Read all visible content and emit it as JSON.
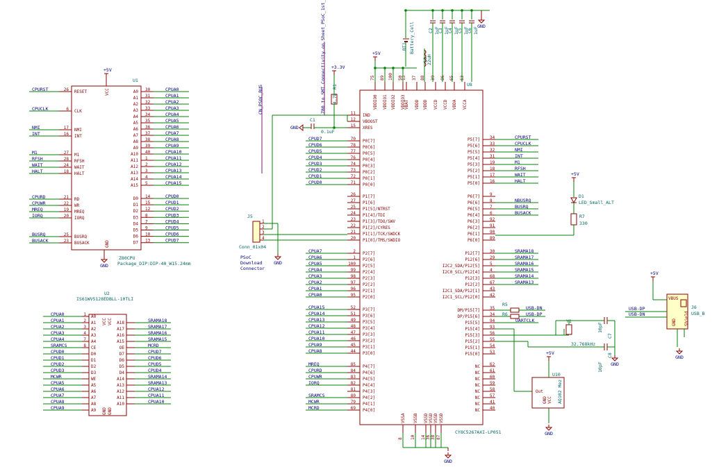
{
  "colors": {
    "wire": "#008000",
    "pin": "#8b0000",
    "net": "#000080",
    "ref": "#006666",
    "body": "#ffffc8"
  },
  "z80": {
    "ref": "U1",
    "value": "Z80CPU",
    "footprint": "Package_DIP:DIP-40_W15.24mm",
    "pwr": "+5V",
    "vcc": "VCC",
    "gnd": "GND",
    "left": [
      {
        "name": "RESET",
        "num": "26",
        "net": "CPURST"
      },
      {
        "name": "CLK",
        "num": "6",
        "net": "CPUCLK"
      },
      {
        "name": "NMI",
        "num": "17",
        "net": "NMI"
      },
      {
        "name": "INT",
        "num": "16",
        "net": "INT"
      },
      {
        "name": "M1",
        "num": "27",
        "net": "M1"
      },
      {
        "name": "RFSH",
        "num": "28",
        "net": "RFSH"
      },
      {
        "name": "WAIT",
        "num": "24",
        "net": "WAIT"
      },
      {
        "name": "HALT",
        "num": "18",
        "net": "HALT"
      },
      {
        "name": "RD",
        "num": "21",
        "net": "CPURD"
      },
      {
        "name": "WR",
        "num": "22",
        "net": "CPUWR"
      },
      {
        "name": "MREQ",
        "num": "19",
        "net": "MREQ"
      },
      {
        "name": "IORQ",
        "num": "20",
        "net": "IORQ"
      },
      {
        "name": "BUSRQ",
        "num": "25",
        "net": "BUSRQ"
      },
      {
        "name": "BUSACK",
        "num": "23",
        "net": "BUSACK"
      }
    ],
    "right": [
      {
        "name": "A0",
        "num": "30",
        "net": "CPUA0"
      },
      {
        "name": "A1",
        "num": "31",
        "net": "CPUA1"
      },
      {
        "name": "A2",
        "num": "32",
        "net": "CPUA2"
      },
      {
        "name": "A3",
        "num": "33",
        "net": "CPUA3"
      },
      {
        "name": "A4",
        "num": "34",
        "net": "CPUA4"
      },
      {
        "name": "A5",
        "num": "35",
        "net": "CPUA5"
      },
      {
        "name": "A6",
        "num": "36",
        "net": "CPUA6"
      },
      {
        "name": "A7",
        "num": "37",
        "net": "CPUA7"
      },
      {
        "name": "A8",
        "num": "38",
        "net": "CPUA8"
      },
      {
        "name": "A9",
        "num": "39",
        "net": "CPUA9"
      },
      {
        "name": "A10",
        "num": "40",
        "net": "CPUA10"
      },
      {
        "name": "A11",
        "num": "1",
        "net": "CPUA11"
      },
      {
        "name": "A12",
        "num": "2",
        "net": "CPUA12"
      },
      {
        "name": "A13",
        "num": "3",
        "net": "CPUA13"
      },
      {
        "name": "A14",
        "num": "4",
        "net": "CPUA14"
      },
      {
        "name": "A15",
        "num": "5",
        "net": "CPUA15"
      },
      {
        "name": "D0",
        "num": "14",
        "net": "CPUD0"
      },
      {
        "name": "D1",
        "num": "15",
        "net": "CPUD1"
      },
      {
        "name": "D2",
        "num": "12",
        "net": "CPUD2"
      },
      {
        "name": "D3",
        "num": "8",
        "net": "CPUD3"
      },
      {
        "name": "D4",
        "num": "7",
        "net": "CPUD4"
      },
      {
        "name": "D5",
        "num": "9",
        "net": "CPUD5"
      },
      {
        "name": "D6",
        "num": "10",
        "net": "CPUD6"
      },
      {
        "name": "D7",
        "num": "13",
        "net": "CPUD7"
      }
    ]
  },
  "ram": {
    "ref": "U2",
    "value": "IS61WV5128EDBLL-10TLI",
    "left": [
      {
        "name": "A0",
        "num": "1",
        "net": "CPUA0"
      },
      {
        "name": "A1",
        "num": "2",
        "net": "CPUA1"
      },
      {
        "name": "A2",
        "num": "3",
        "net": "CPUA2"
      },
      {
        "name": "A3",
        "num": "4",
        "net": "CPUA3"
      },
      {
        "name": "A4",
        "num": "7",
        "net": "CPUA4"
      },
      {
        "name": "CE",
        "num": "8",
        "net": "SRAMCS"
      },
      {
        "name": "D0",
        "num": "",
        "net": "CPUD0"
      },
      {
        "name": "D1",
        "num": "",
        "net": "CPUD1"
      },
      {
        "name": "D2",
        "num": "",
        "net": "CPUD2"
      },
      {
        "name": "D3",
        "num": "",
        "net": "CPUD3"
      },
      {
        "name": "WE",
        "num": "",
        "net": "MCWR"
      },
      {
        "name": "A5",
        "num": "",
        "net": "CPUA5"
      },
      {
        "name": "A6",
        "num": "",
        "net": "CPUA6"
      },
      {
        "name": "A7",
        "num": "",
        "net": "CPUA7"
      },
      {
        "name": "A8",
        "num": "",
        "net": "CPUA8"
      },
      {
        "name": "A9",
        "num": "",
        "net": "CPUA9"
      }
    ],
    "right": [
      {
        "name": "A18",
        "num": "",
        "net": "SRAMA18"
      },
      {
        "name": "A17",
        "num": "",
        "net": "SRAMA17"
      },
      {
        "name": "A16",
        "num": "",
        "net": "SRAMA16"
      },
      {
        "name": "A15",
        "num": "",
        "net": "SRAMA15"
      },
      {
        "name": "OE",
        "num": "",
        "net": "MCRD"
      },
      {
        "name": "D7",
        "num": "",
        "net": "CPUD7"
      },
      {
        "name": "D6",
        "num": "",
        "net": "CPUD6"
      },
      {
        "name": "D5",
        "num": "",
        "net": "CPUD5"
      },
      {
        "name": "D4",
        "num": "",
        "net": "CPUD4"
      },
      {
        "name": "A14",
        "num": "",
        "net": "SRAMA14"
      },
      {
        "name": "A13",
        "num": "",
        "net": "SRAMA13"
      },
      {
        "name": "A12",
        "num": "",
        "net": "CPUA12"
      },
      {
        "name": "A11",
        "num": "",
        "net": "CPUA11"
      },
      {
        "name": "A10",
        "num": "",
        "net": "CPUA10"
      }
    ],
    "vcc": "VCC",
    "gnd": "GND"
  },
  "psoc": {
    "ref": "U8",
    "value": "CY8C5267AXI-LP051",
    "topPins": [
      {
        "name": "VDDIO0",
        "num": "75"
      },
      {
        "name": "VDDIO1",
        "num": "89"
      },
      {
        "name": "VDDIO2",
        "num": "100"
      },
      {
        "name": "VDDIO3",
        "num": "50"
      },
      {
        "name": "VBAT",
        "num": "13"
      },
      {
        "name": "VDDD",
        "num": "37"
      },
      {
        "name": "VDDD",
        "num": "88"
      },
      {
        "name": "VCCD",
        "num": "39"
      },
      {
        "name": "VCCD",
        "num": "86"
      },
      {
        "name": "VDDA",
        "num": "65"
      },
      {
        "name": "VCCA",
        "num": "63"
      }
    ],
    "bottomPins": [
      {
        "name": "VSSA",
        "num": "8"
      },
      {
        "name": "VSSB",
        "num": "10"
      },
      {
        "name": "VSSD",
        "num": "14"
      },
      {
        "name": "VSSD",
        "num": "36"
      },
      {
        "name": "VSSD",
        "num": "38"
      },
      {
        "name": "VSSD",
        "num": "87"
      }
    ],
    "left": [
      {
        "name": "IND",
        "num": "11",
        "net": ""
      },
      {
        "name": "VBOOST",
        "num": "12",
        "net": ""
      },
      {
        "name": "XRES",
        "num": "15",
        "net": ""
      },
      {
        "name": "P0[7]",
        "num": "70",
        "net": "CPUD7"
      },
      {
        "name": "P0[6]",
        "num": "78",
        "net": "CPUD6"
      },
      {
        "name": "P0[5]",
        "num": "77",
        "net": "CPUD5"
      },
      {
        "name": "P0[4]",
        "num": "76",
        "net": "CPUD4"
      },
      {
        "name": "P0[3]",
        "num": "74",
        "net": "CPUD3"
      },
      {
        "name": "P0[2]",
        "num": "73",
        "net": "CPUD2"
      },
      {
        "name": "P0[1]",
        "num": "72",
        "net": "CPUD1"
      },
      {
        "name": "P0[0]",
        "num": "71",
        "net": "CPUD0"
      },
      {
        "name": "P1[7]",
        "num": "26",
        "net": ""
      },
      {
        "name": "P1[6]",
        "num": "27",
        "net": ""
      },
      {
        "name": "P1[5]/NTRST",
        "num": "25",
        "net": ""
      },
      {
        "name": "P1[4]/TDI",
        "num": "24",
        "net": ""
      },
      {
        "name": "P1[3]/TDO/SWV",
        "num": "23",
        "net": ""
      },
      {
        "name": "P1[2]/CYRES",
        "num": "22",
        "net": ""
      },
      {
        "name": "P1[1]/TCK/SWDCK",
        "num": "21",
        "net": ""
      },
      {
        "name": "P1[0]/TMS/SWDIO",
        "num": "20",
        "net": ""
      },
      {
        "name": "P2[7]",
        "num": "2",
        "net": "CPUA7"
      },
      {
        "name": "P2[6]",
        "num": "1",
        "net": "CPUA6"
      },
      {
        "name": "P2[5]",
        "num": "100",
        "net": "CPUA5"
      },
      {
        "name": "P2[4]",
        "num": "99",
        "net": "CPUA4"
      },
      {
        "name": "P2[3]",
        "num": "98",
        "net": "CPUA3"
      },
      {
        "name": "P2[2]",
        "num": "97",
        "net": "CPUA2"
      },
      {
        "name": "P2[1]",
        "num": "96",
        "net": "CPUA1"
      },
      {
        "name": "P2[0]",
        "num": "95",
        "net": "CPUA0"
      },
      {
        "name": "P3[7]",
        "num": "52",
        "net": "CPUA15"
      },
      {
        "name": "P3[6]",
        "num": "51",
        "net": "CPUA14"
      },
      {
        "name": "P3[5]",
        "num": "49",
        "net": "CPUA13"
      },
      {
        "name": "P3[4]",
        "num": "48",
        "net": "CPUA12"
      },
      {
        "name": "P3[3]",
        "num": "47",
        "net": "CPUA11"
      },
      {
        "name": "P3[2]",
        "num": "46",
        "net": "CPUA10"
      },
      {
        "name": "P3[1]",
        "num": "45",
        "net": "CPUA9"
      },
      {
        "name": "P3[0]",
        "num": "44",
        "net": "CPUA8"
      },
      {
        "name": "P4[7]",
        "num": "85",
        "net": "MREQ"
      },
      {
        "name": "P4[6]",
        "num": "84",
        "net": "CPURD"
      },
      {
        "name": "P4[5]",
        "num": "83",
        "net": "CPUWR"
      },
      {
        "name": "P4[4]",
        "num": "82",
        "net": "IORQ"
      },
      {
        "name": "P4[3]",
        "num": "81",
        "net": ""
      },
      {
        "name": "P4[2]",
        "num": "80",
        "net": "SRAMCS"
      },
      {
        "name": "P4[1]",
        "num": "79",
        "net": "MCWR"
      },
      {
        "name": "P4[0]",
        "num": "69",
        "net": "MCRD"
      }
    ],
    "right": [
      {
        "name": "P5[7]",
        "num": "34",
        "net": "CPURST"
      },
      {
        "name": "P5[6]",
        "num": "33",
        "net": "CPUCLK"
      },
      {
        "name": "P5[5]",
        "num": "32",
        "net": "NMI"
      },
      {
        "name": "P5[4]",
        "num": "31",
        "net": "INT"
      },
      {
        "name": "P5[3]",
        "num": "19",
        "net": "M1"
      },
      {
        "name": "P5[2]",
        "num": "18",
        "net": "RFSH"
      },
      {
        "name": "P5[1]",
        "num": "17",
        "net": "WAIT"
      },
      {
        "name": "P5[0]",
        "num": "16",
        "net": "HALT"
      },
      {
        "name": "P6[7]",
        "num": "9",
        "net": ""
      },
      {
        "name": "P6[6]",
        "num": "8",
        "net": "NBUSRQ"
      },
      {
        "name": "P6[5]",
        "num": "7",
        "net": "BUSRQ"
      },
      {
        "name": "P6[4]",
        "num": "6",
        "net": "BUSACK"
      },
      {
        "name": "P6[3]",
        "num": "92",
        "net": ""
      },
      {
        "name": "P6[2]",
        "num": "91",
        "net": ""
      },
      {
        "name": "P6[1]",
        "num": "90",
        "net": ""
      },
      {
        "name": "P6[0]",
        "num": "89",
        "net": ""
      },
      {
        "name": "P12[7]",
        "num": "30",
        "net": "SRAMA18"
      },
      {
        "name": "P12[6]",
        "num": "29",
        "net": "SRAMA17"
      },
      {
        "name": "I2C2_SDA/P12[5]",
        "num": "5",
        "net": "SRAMA16"
      },
      {
        "name": "I2C0_SCL/P12[4]",
        "num": "4",
        "net": "SRAMA15"
      },
      {
        "name": "P12[3]",
        "num": "68",
        "net": "SRAMA14"
      },
      {
        "name": "P12[2]",
        "num": "67",
        "net": "SRAMA13"
      },
      {
        "name": "I2C1_SDA/P12[1]",
        "num": "43",
        "net": ""
      },
      {
        "name": "I2C1_SCL/P12[0]",
        "num": "42",
        "net": ""
      },
      {
        "name": "DM/P15[7]",
        "num": "35",
        "net": ""
      },
      {
        "name": "DP/P15[6]",
        "num": "34",
        "net": ""
      },
      {
        "name": "P15[5]",
        "num": "94",
        "net": ""
      },
      {
        "name": "P15[4]",
        "num": "93",
        "net": ""
      },
      {
        "name": "P15[3]",
        "num": "56",
        "net": ""
      },
      {
        "name": "P15[2]",
        "num": "55",
        "net": ""
      },
      {
        "name": "P15[1]",
        "num": "54",
        "net": ""
      },
      {
        "name": "P15[0]",
        "num": "53",
        "net": ""
      },
      {
        "name": "NC",
        "num": "62",
        "net": ""
      },
      {
        "name": "NC",
        "num": "61",
        "net": ""
      },
      {
        "name": "NC",
        "num": "60",
        "net": ""
      },
      {
        "name": "NC",
        "num": "59",
        "net": ""
      },
      {
        "name": "NC",
        "num": "58",
        "net": ""
      },
      {
        "name": "NC",
        "num": "57",
        "net": ""
      },
      {
        "name": "NC",
        "num": "41",
        "net": ""
      },
      {
        "name": "NC",
        "num": "40",
        "net": ""
      }
    ]
  },
  "labels": {
    "plus5": "+5V",
    "plus33": "+3.3V",
    "gnd": "GND",
    "r1": "R1",
    "r1val": "4.7k",
    "c1": "C1",
    "c1val": "0.1uF",
    "j5": "J5",
    "j5val": "Conn_01x04",
    "psocnote": [
      "PSoC",
      "Download",
      "Connector"
    ],
    "bt1": "BT1",
    "bt1val": "Battery_Cell",
    "l1": "L1",
    "l1val": "22uH",
    "caps": [
      "C2",
      "C3",
      "C4",
      "C5",
      "C6"
    ],
    "capval": "1uF",
    "d1": "D1",
    "d1val": "LED_Small_ALT",
    "r7": "R7",
    "r7val": "330",
    "j6": "J6",
    "j6val": "USB_B",
    "vbus": "VBUS",
    "usbdp": "USB-DP",
    "usbdn": "USB-DN",
    "usbdp2": "USB-DP",
    "usbdn2": "USB-DN",
    "r5": "R5",
    "r6": "R6",
    "uartclk": "UARTCLK",
    "y1": "Y1",
    "y1val": "32.768kHz",
    "c7": "C7",
    "c8": "C8",
    "c7val": "10pF",
    "c8val": "10pF",
    "u10": "U10",
    "u10val": "AQ102 Mez",
    "u10out": "Out",
    "shield": "Shield",
    "vertnote": "Z80 to SMT Connectivity on Sheet_PSoC_1st_I/O",
    "vertnote2": "CN_PSOC_BUS"
  }
}
